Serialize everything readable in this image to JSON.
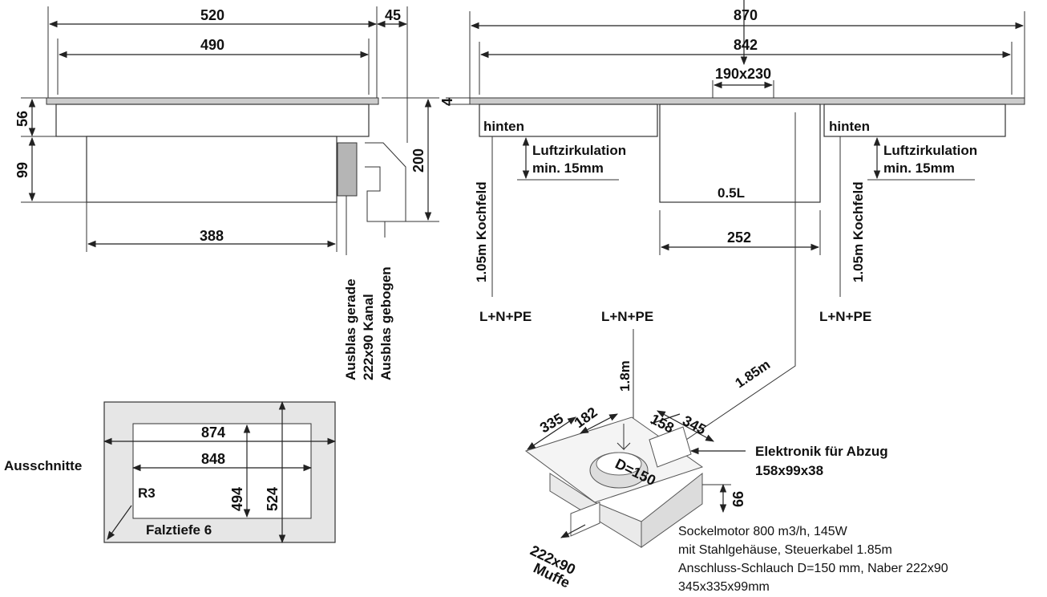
{
  "side_view": {
    "dim_520": "520",
    "dim_45": "45",
    "dim_490": "490",
    "dim_56": "56",
    "dim_99": "99",
    "dim_200": "200",
    "dim_388": "388",
    "outlet_straight": "Ausblas gerade",
    "channel": "222x90 Kanal",
    "outlet_bent": "Ausblas gebogen"
  },
  "front_view": {
    "dim_870": "870",
    "dim_842": "842",
    "dim_190x230": "190x230",
    "dim_4": "4",
    "rear_left": "hinten",
    "rear_right": "hinten",
    "air_circ_left_1": "Luftzirkulation",
    "air_circ_left_2": "min. 15mm",
    "air_circ_right_1": "Luftzirkulation",
    "air_circ_right_2": "min. 15mm",
    "volume": "0.5L",
    "dim_252": "252",
    "cable_left": "1.05m Kochfeld",
    "cable_right": "1.05m Kochfeld",
    "power_left": "L+N+PE",
    "power_mid": "L+N+PE",
    "power_right": "L+N+PE",
    "cable_1_8": "1.8m",
    "cable_1_85": "1.85m"
  },
  "cutout": {
    "label": "Ausschnitte",
    "dim_874": "874",
    "dim_848": "848",
    "dim_494": "494",
    "dim_524": "524",
    "radius": "R3",
    "rebate": "Falztiefe 6"
  },
  "motor": {
    "dim_335": "335",
    "dim_182": "182",
    "dim_158": "158",
    "dim_345": "345",
    "dim_99": "99",
    "diameter": "D=150",
    "sleeve_1": "222x90",
    "sleeve_2": "Muffe",
    "electronics_1": "Elektronik für Abzug",
    "electronics_2": "158x99x38",
    "desc_1": "Sockelmotor 800 m3/h, 145W",
    "desc_2": "mit Stahlgehäuse, Steuerkabel 1.85m",
    "desc_3": "Anschluss-Schlauch D=150 mm, Naber 222x90",
    "desc_4": "345x335x99mm"
  }
}
